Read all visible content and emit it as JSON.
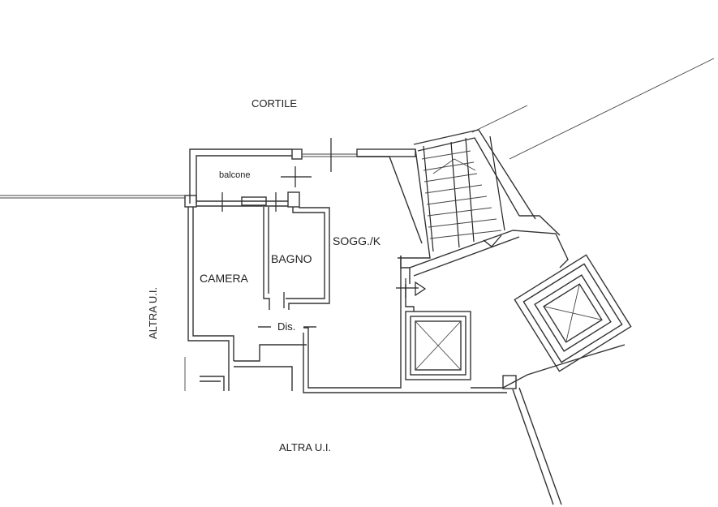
{
  "labels": {
    "cortile": "CORTILE",
    "balcone": "balcone",
    "sogg_k": "SOGG./K",
    "bagno": "BAGNO",
    "camera": "CAMERA",
    "dis": "Dis.",
    "altra_ui_left": "ALTRA U.I.",
    "altra_ui_bottom": "ALTRA U.I."
  },
  "colors": {
    "background": "#ffffff",
    "lines": "#333333",
    "text": "#222222"
  }
}
